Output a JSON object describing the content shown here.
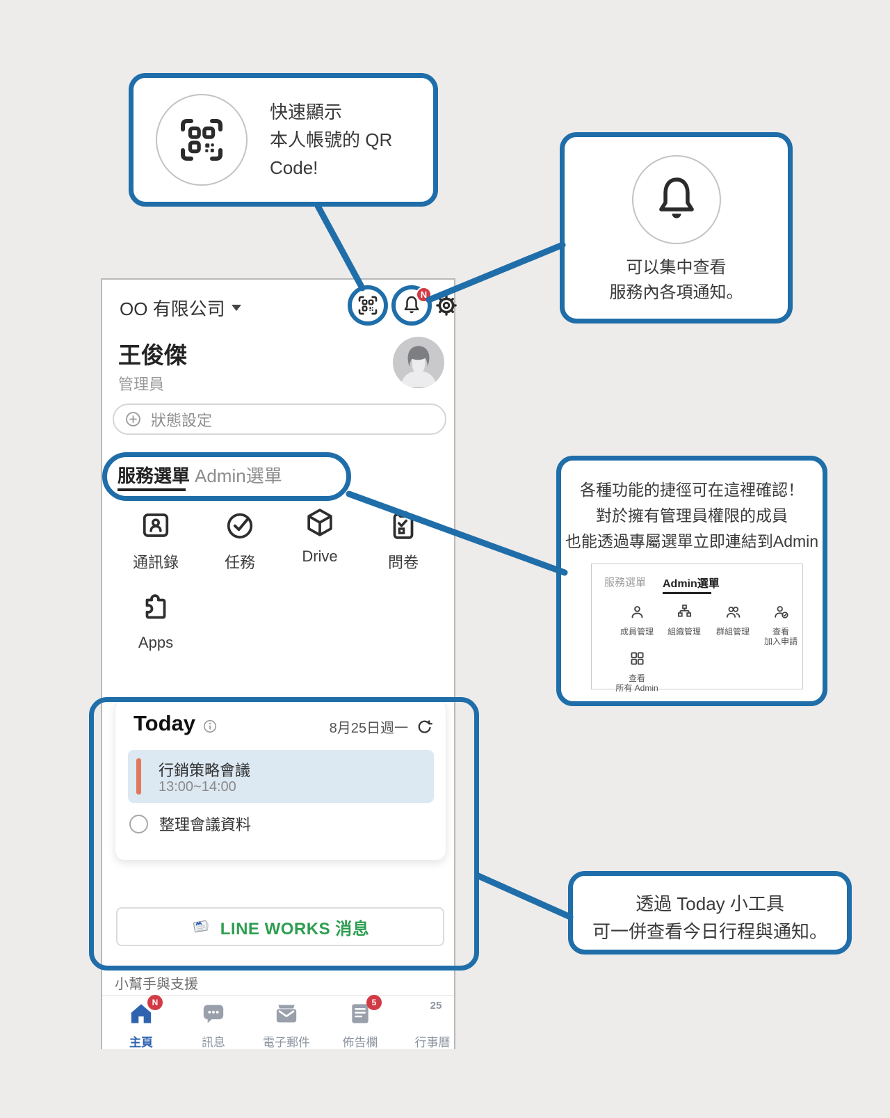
{
  "colors": {
    "accent_blue": "#1f6ea9",
    "badge_red": "#d23b45",
    "brand_green": "#2d9e50",
    "event_bg": "#dce8f2",
    "event_bar_orange": "#e0795a",
    "nav_active_blue": "#2f63b0",
    "nav_gray": "#99a0ab"
  },
  "callout_qr": {
    "line1": "快速顯示",
    "line2": "本人帳號的 QR Code!"
  },
  "callout_notification": {
    "line1": "可以集中查看",
    "line2": "服務內各項通知。"
  },
  "callout_admin": {
    "line1": "各種功能的捷徑可在這裡確認！",
    "line2": "對於擁有管理員權限的成員",
    "line3": "也能透過專屬選單立即連結到Admin",
    "mini": {
      "tab_service": "服務選單",
      "tab_admin": "Admin選單",
      "items": [
        {
          "label": "成員管理",
          "label2": ""
        },
        {
          "label": "組織管理",
          "label2": ""
        },
        {
          "label": "群組管理",
          "label2": ""
        },
        {
          "label": "查看",
          "label2": "加入申請"
        },
        {
          "label": "查看",
          "label2": "所有 Admin"
        }
      ]
    }
  },
  "callout_today": {
    "line1": "透過 Today 小工具",
    "line2": "可一併查看今日行程與通知。"
  },
  "phone": {
    "company": "OO 有限公司",
    "user_name": "王俊傑",
    "user_role": "管理員",
    "notification_badge": "N",
    "status_label": "狀態設定",
    "tab_service": "服務選單",
    "tab_admin": "Admin選單",
    "services": [
      {
        "label": "通訊錄"
      },
      {
        "label": "任務"
      },
      {
        "label": "Drive"
      },
      {
        "label": "問卷"
      },
      {
        "label": "Apps"
      }
    ],
    "today": {
      "title": "Today",
      "date": "8月25日週一",
      "event_title": "行銷策略會議",
      "event_time": "13:00~14:00",
      "todo": "整理會議資料"
    },
    "news_button": "LINE WORKS 消息",
    "helper_section": "小幫手與支援",
    "nav": [
      {
        "label": "主頁",
        "badge": "N"
      },
      {
        "label": "訊息"
      },
      {
        "label": "電子郵件"
      },
      {
        "label": "佈告欄",
        "badge": "5"
      },
      {
        "label": "行事曆",
        "day": "25"
      }
    ]
  }
}
